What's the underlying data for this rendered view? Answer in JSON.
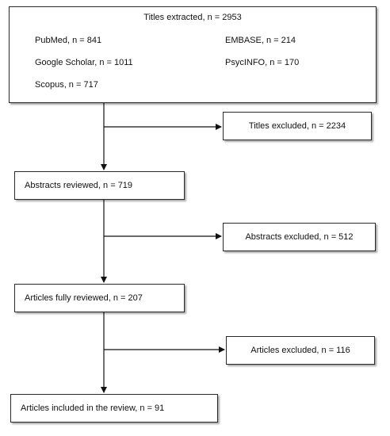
{
  "titles_box": {
    "heading": "Titles extracted, n = 2953",
    "pubmed": "PubMed, n = 841",
    "embase": "EMBASE, n = 214",
    "google_scholar": "Google Scholar, n = 1011",
    "psycinfo": "PsycINFO, n = 170",
    "scopus": "Scopus, n = 717"
  },
  "titles_excluded": "Titles excluded, n = 2234",
  "abstracts_reviewed": "Abstracts reviewed, n = 719",
  "abstracts_excluded": "Abstracts excluded, n = 512",
  "articles_fully_reviewed": "Articles fully reviewed, n = 207",
  "articles_excluded": "Articles excluded, n = 116",
  "articles_included": "Articles included in the review, n = 91"
}
